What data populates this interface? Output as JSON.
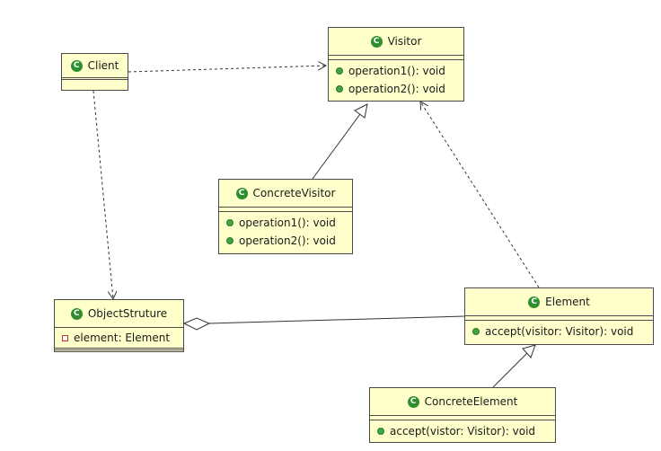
{
  "diagram": {
    "classes": {
      "client": {
        "name": "Client"
      },
      "visitor": {
        "name": "Visitor",
        "operations": [
          "operation1(): void",
          "operation2(): void"
        ]
      },
      "concrete_visitor": {
        "name": "ConcreteVisitor",
        "operations": [
          "operation1(): void",
          "operation2(): void"
        ]
      },
      "object_structure": {
        "name": "ObjectStruture",
        "attributes": [
          "element: Element"
        ]
      },
      "element": {
        "name": "Element",
        "operations": [
          "accept(visitor: Visitor): void"
        ]
      },
      "concrete_element": {
        "name": "ConcreteElement",
        "operations": [
          "accept(vistor: Visitor): void"
        ]
      }
    },
    "class_icon_letter": "C",
    "colors": {
      "class_fill": "#ffffcc",
      "class_border": "#4a4a4a",
      "class_icon": "#2f8f2f",
      "public_marker": "#3fa33f",
      "private_marker": "#c03030",
      "line": "#333333"
    },
    "relationships": [
      {
        "type": "dependency",
        "from": "Client",
        "to": "Visitor"
      },
      {
        "type": "dependency",
        "from": "Client",
        "to": "ObjectStruture"
      },
      {
        "type": "generalization",
        "from": "ConcreteVisitor",
        "to": "Visitor"
      },
      {
        "type": "dependency",
        "from": "Element",
        "to": "Visitor"
      },
      {
        "type": "aggregation",
        "from": "ObjectStruture",
        "to": "Element"
      },
      {
        "type": "generalization",
        "from": "ConcreteElement",
        "to": "Element"
      }
    ]
  }
}
